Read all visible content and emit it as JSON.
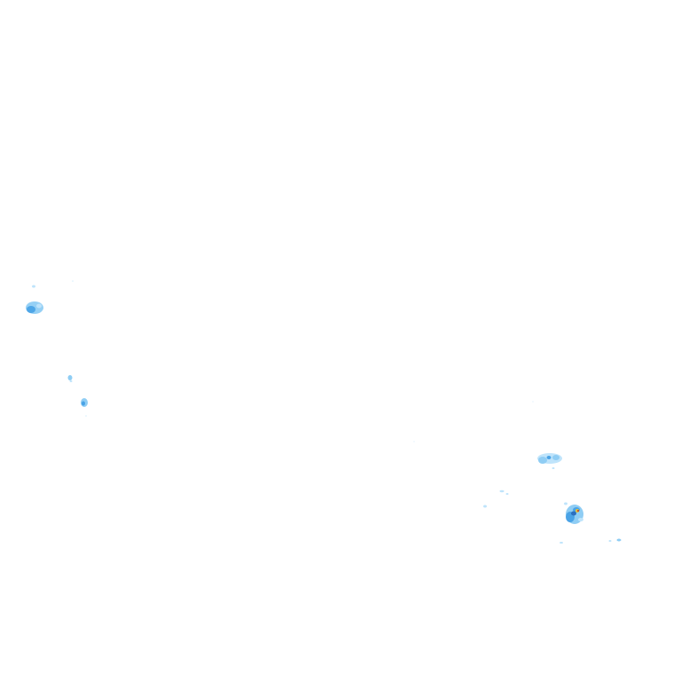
{
  "map": {
    "type": "weather-radar-overlay",
    "background": "#ffffff",
    "colors": {
      "light": "#bfe4fb",
      "mid": "#8fcdf4",
      "strong": "#4aa3e6",
      "core": "#2c6fbe",
      "peak_yellow": "#e0c23a",
      "peak_red": "#c8362b"
    },
    "echo_groups": [
      "echo-group-west-1",
      "echo-group-west-2",
      "echo-group-west-3",
      "echo-group-east-1",
      "echo-group-east-2",
      "echo-group-east-3",
      "echo-group-east-4"
    ]
  }
}
